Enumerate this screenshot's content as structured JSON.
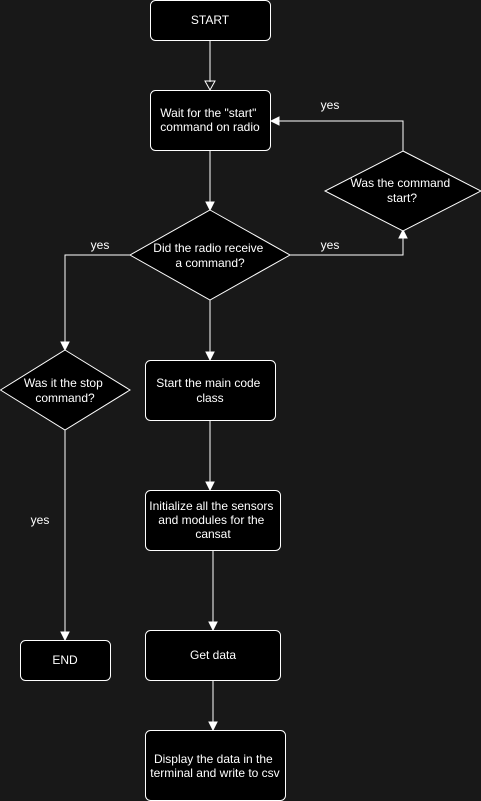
{
  "diagram": {
    "nodes": {
      "start": {
        "lines": [
          "START"
        ]
      },
      "wait": {
        "lines": [
          "Wait for the \"start\"",
          "command on radio"
        ]
      },
      "received": {
        "lines": [
          "Did the radio receive",
          "a command?"
        ]
      },
      "was_start": {
        "lines": [
          "Was the command",
          "start?"
        ]
      },
      "was_stop": {
        "lines": [
          "Was it the stop",
          "command?"
        ]
      },
      "main_class": {
        "lines": [
          "Start the main code",
          "class"
        ]
      },
      "init": {
        "lines": [
          "Initialize all the sensors",
          "and modules for the",
          "cansat"
        ]
      },
      "get_data": {
        "lines": [
          "Get data"
        ]
      },
      "display": {
        "lines": [
          "Display the data in the",
          "terminal and write to csv"
        ]
      },
      "end": {
        "lines": [
          "END"
        ]
      }
    },
    "edge_labels": {
      "received_to_was_start": "yes",
      "was_start_to_wait": "yes",
      "received_to_was_stop": "yes",
      "was_stop_to_end": "yes"
    }
  }
}
